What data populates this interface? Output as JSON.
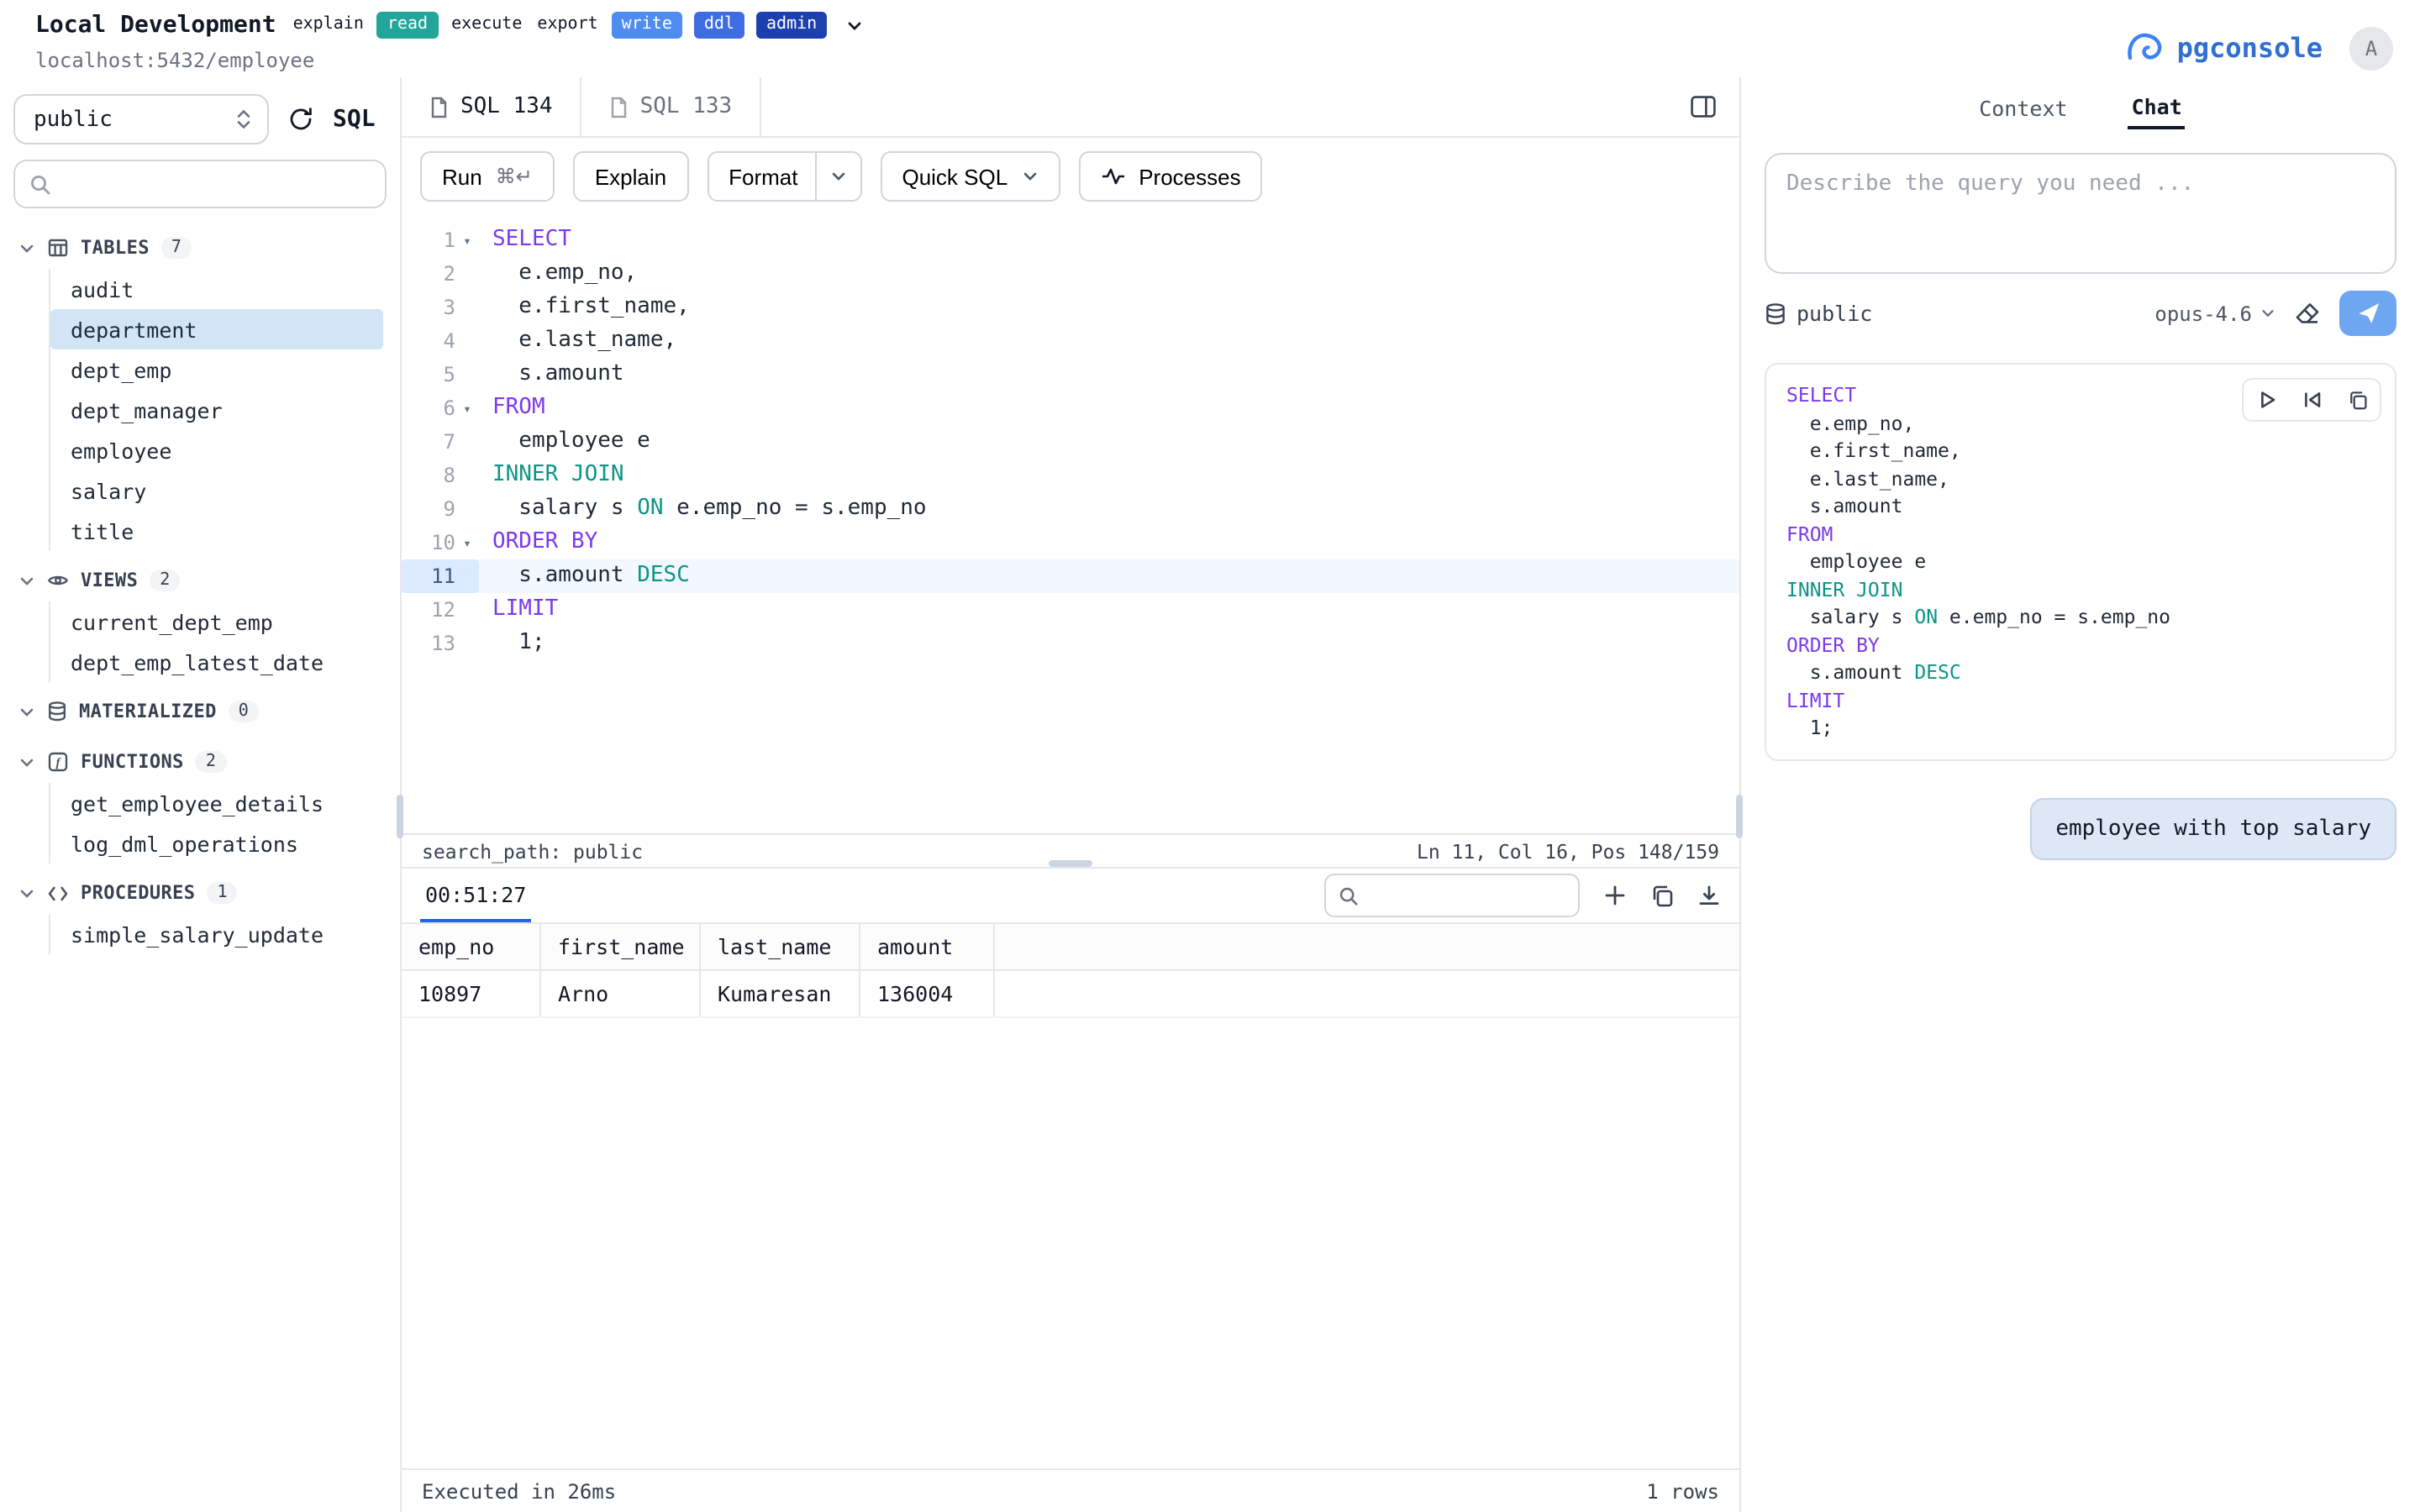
{
  "header": {
    "title": "Local Development",
    "connection": "localhost:5432/employee",
    "badges": [
      {
        "label": "explain",
        "style": "plain"
      },
      {
        "label": "read",
        "style": "teal"
      },
      {
        "label": "execute",
        "style": "plain"
      },
      {
        "label": "export",
        "style": "plain"
      },
      {
        "label": "write",
        "style": "blue"
      },
      {
        "label": "ddl",
        "style": "blue2"
      },
      {
        "label": "admin",
        "style": "navy"
      }
    ],
    "brand": "pgconsole",
    "avatar_initial": "A"
  },
  "sidebar": {
    "schema_selected": "public",
    "mode_label": "SQL",
    "search_placeholder": "",
    "sections": [
      {
        "label": "TABLES",
        "count": 7,
        "icon": "table",
        "items": [
          "audit",
          "department",
          "dept_emp",
          "dept_manager",
          "employee",
          "salary",
          "title"
        ],
        "selected": "department"
      },
      {
        "label": "VIEWS",
        "count": 2,
        "icon": "eye",
        "items": [
          "current_dept_emp",
          "dept_emp_latest_date"
        ],
        "selected": ""
      },
      {
        "label": "MATERIALIZED",
        "count": 0,
        "icon": "database",
        "items": [],
        "selected": ""
      },
      {
        "label": "FUNCTIONS",
        "count": 2,
        "icon": "function",
        "items": [
          "get_employee_details",
          "log_dml_operations"
        ],
        "selected": ""
      },
      {
        "label": "PROCEDURES",
        "count": 1,
        "icon": "code",
        "items": [
          "simple_salary_update"
        ],
        "selected": ""
      }
    ]
  },
  "editor_tabs": [
    {
      "label": "SQL 134",
      "active": true
    },
    {
      "label": "SQL 133",
      "active": false
    }
  ],
  "toolbar": {
    "run_label": "Run",
    "run_shortcut": "⌘↵",
    "explain_label": "Explain",
    "format_label": "Format",
    "quick_sql_label": "Quick SQL",
    "processes_label": "Processes"
  },
  "editor": {
    "current_line": 11,
    "status_left": "search_path: public",
    "status_right": "Ln 11, Col 16, Pos 148/159",
    "lines": [
      {
        "fold": true,
        "tokens": [
          [
            "SELECT",
            "k1"
          ]
        ]
      },
      {
        "fold": false,
        "tokens": [
          [
            "  e.emp_no,",
            "d"
          ]
        ]
      },
      {
        "fold": false,
        "tokens": [
          [
            "  e.first_name,",
            "d"
          ]
        ]
      },
      {
        "fold": false,
        "tokens": [
          [
            "  e.last_name,",
            "d"
          ]
        ]
      },
      {
        "fold": false,
        "tokens": [
          [
            "  s.amount",
            "d"
          ]
        ]
      },
      {
        "fold": true,
        "tokens": [
          [
            "FROM",
            "k1"
          ]
        ]
      },
      {
        "fold": false,
        "tokens": [
          [
            "  employee e",
            "d"
          ]
        ]
      },
      {
        "fold": false,
        "tokens": [
          [
            "INNER JOIN",
            "k2"
          ]
        ]
      },
      {
        "fold": false,
        "tokens": [
          [
            "  salary s ",
            "d"
          ],
          [
            "ON",
            "k2"
          ],
          [
            " e.emp_no = s.emp_no",
            "d"
          ]
        ]
      },
      {
        "fold": true,
        "tokens": [
          [
            "ORDER BY",
            "k1"
          ]
        ]
      },
      {
        "fold": false,
        "tokens": [
          [
            "  s.amount ",
            "d"
          ],
          [
            "DESC",
            "k2"
          ]
        ]
      },
      {
        "fold": false,
        "tokens": [
          [
            "LIMIT",
            "k1"
          ]
        ]
      },
      {
        "fold": false,
        "tokens": [
          [
            "  1;",
            "d"
          ]
        ]
      }
    ]
  },
  "results": {
    "timer_tab": "00:51:27",
    "search_value": "",
    "columns": [
      "emp_no",
      "first_name",
      "last_name",
      "amount"
    ],
    "rows": [
      [
        "10897",
        "Arno",
        "Kumaresan",
        "136004"
      ]
    ],
    "footer_left": "Executed in 26ms",
    "footer_right": "1 rows"
  },
  "chat": {
    "tabs": [
      "Context",
      "Chat"
    ],
    "active_tab": "Chat",
    "input_placeholder": "Describe the query you need ...",
    "schema": "public",
    "model": "opus-4.6",
    "user_message": "employee with top salary",
    "code_lines": [
      {
        "tokens": [
          [
            "SELECT",
            "k1"
          ]
        ]
      },
      {
        "tokens": [
          [
            "  e.emp_no,",
            "d"
          ]
        ]
      },
      {
        "tokens": [
          [
            "  e.first_name,",
            "d"
          ]
        ]
      },
      {
        "tokens": [
          [
            "  e.last_name,",
            "d"
          ]
        ]
      },
      {
        "tokens": [
          [
            "  s.amount",
            "d"
          ]
        ]
      },
      {
        "tokens": [
          [
            "FROM",
            "k1"
          ]
        ]
      },
      {
        "tokens": [
          [
            "  employee e",
            "d"
          ]
        ]
      },
      {
        "tokens": [
          [
            "INNER JOIN",
            "k2"
          ]
        ]
      },
      {
        "tokens": [
          [
            "  salary s ",
            "d"
          ],
          [
            "ON",
            "k2"
          ],
          [
            " e.emp_no = s.emp_no",
            "d"
          ]
        ]
      },
      {
        "tokens": [
          [
            "ORDER BY",
            "k1"
          ]
        ]
      },
      {
        "tokens": [
          [
            "  s.amount ",
            "d"
          ],
          [
            "DESC",
            "k2"
          ]
        ]
      },
      {
        "tokens": [
          [
            "LIMIT",
            "k1"
          ]
        ]
      },
      {
        "tokens": [
          [
            "  1;",
            "d"
          ]
        ]
      }
    ]
  },
  "colors": {
    "accent_blue": "#2563eb",
    "keyword_violet": "#7c3aed",
    "keyword_teal": "#0d9488",
    "selection_bg": "#d2e5f7",
    "badge_teal": "#23a69a",
    "badge_write": "#4e8cf0",
    "badge_ddl": "#3d6de0",
    "badge_admin": "#1e40af",
    "current_line_gutter": "#dbeafe",
    "bubble_bg": "#dde7f5"
  },
  "icons": {
    "logo": "elephant-spiral",
    "search": "magnifier",
    "refresh": "circular-arrow",
    "schema_select": "chevron-updown",
    "section_toggle": "chevron-down",
    "tables": "grid-table",
    "views": "eye",
    "materialized": "database-cylinder",
    "functions": "f-square",
    "procedures": "angle-brackets",
    "tab_file": "document",
    "panel_toggle": "split-panel",
    "processes": "pulse",
    "results_add": "plus",
    "results_copy": "copy",
    "results_download": "download",
    "chat_schema": "database-cylinder",
    "chat_clear": "eraser",
    "chat_send": "paper-plane",
    "code_run": "play",
    "code_insert": "skip-to-start",
    "code_copy": "clipboard"
  }
}
